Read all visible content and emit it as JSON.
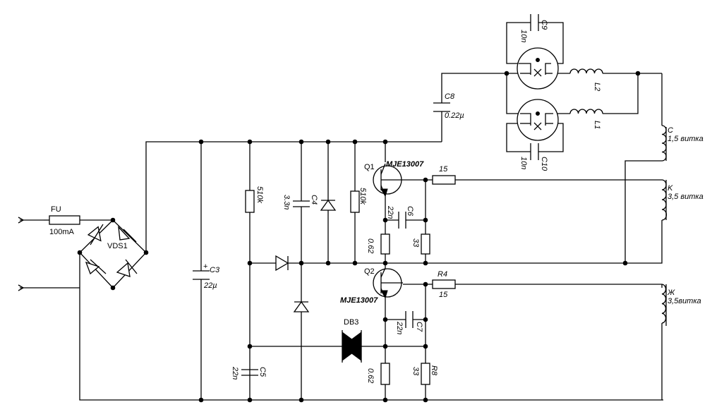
{
  "labels": {
    "fu": "FU",
    "fu_rating": "100mA",
    "vds1": "VDS1",
    "c3": "C3",
    "c3_val": "22µ",
    "c3_plus": "+",
    "r510_left": "510k",
    "c4": "C4",
    "c4_val": "3.3n",
    "r510_right": "510k",
    "c5": "C5",
    "c5_val": "22n",
    "db3": "DB3",
    "q1": "Q1",
    "q1_type": "MJE13007",
    "q2": "Q2",
    "q2_type": "MJE13007",
    "c6": "C6",
    "c6_val": "22n",
    "c7": "C7",
    "c7_val": "22n",
    "r_q1_em": "0.62",
    "r_q1_be": "33",
    "r_q2_em": "0.62",
    "r8": "R8",
    "r8_val": "33",
    "r_q1_base": "15",
    "r4": "R4",
    "r4_val": "15",
    "c8": "C8",
    "c8_val": "0.22µ",
    "c9": "C9",
    "c9_val": "10n",
    "c10": "C10",
    "c10_val": "10n",
    "l1": "L1",
    "l2": "L2",
    "wind_c": "C",
    "wind_c_turns": "1,5 витка",
    "wind_k": "K",
    "wind_k_turns": "3,5 витка",
    "wind_zh": "Ж",
    "wind_zh_turns": "3,5витка"
  }
}
